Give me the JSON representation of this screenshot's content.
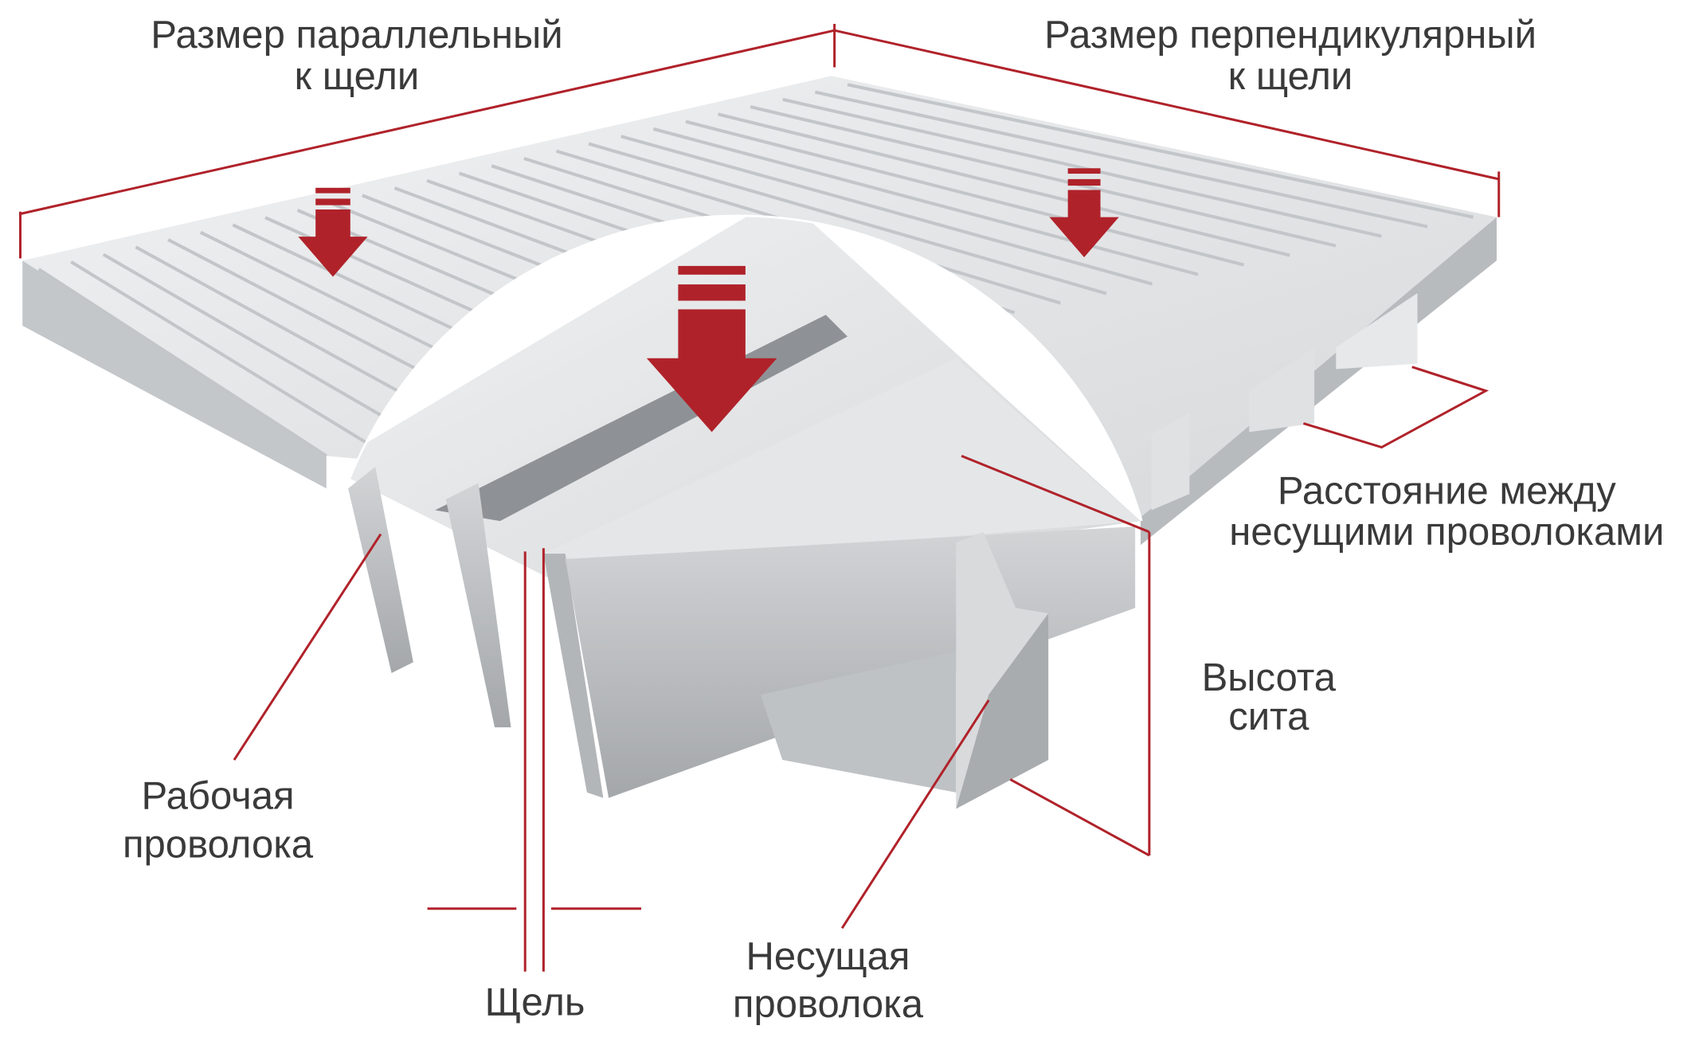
{
  "labels": {
    "parallel_line1": "Размер параллельный",
    "parallel_line2": "к щели",
    "perpendicular_line1": "Размер перпендикулярный",
    "perpendicular_line2": "к щели",
    "spacing_line1": "Расстояние между",
    "spacing_line2": "несущими проволоками",
    "height_line1": "Высота",
    "height_line2": "сита",
    "working_wire_line1": "Рабочая",
    "working_wire_line2": "проволока",
    "slot": "Щель",
    "support_wire_line1": "Несущая",
    "support_wire_line2": "проволока"
  },
  "colors": {
    "accent_red": "#b0222a",
    "text": "#3a3a3a",
    "metal_light": "#e9ebed",
    "metal_mid": "#c9cccf",
    "metal_dark": "#9ea2a6"
  }
}
